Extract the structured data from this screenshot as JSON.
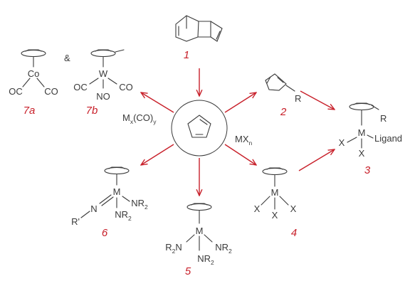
{
  "compound_numbers": {
    "c1": "1",
    "c2": "2",
    "c3": "3",
    "c4": "4",
    "c5": "5",
    "c6": "6",
    "c7a": "7a",
    "c7b": "7b"
  },
  "reagents": {
    "carbonyl_base": "M",
    "carbonyl_sub_x": "x",
    "carbonyl_mid": "(CO)",
    "carbonyl_sub_y": "y",
    "halide_base": "MX",
    "halide_sub": "n"
  },
  "atoms": {
    "co": "Co",
    "w": "W",
    "m": "M",
    "oc": "OC",
    "carbonyl": "CO",
    "nitrosyl": "NO",
    "x": "X",
    "r": "R",
    "r_prime": "R'",
    "n": "N",
    "nr2_base": "NR",
    "r2n_base": "R",
    "r2n_tail": "N",
    "sub2": "2",
    "ligand": "Ligand",
    "ampersand": "&"
  },
  "colors": {
    "accent": "#c8202a",
    "ink": "#3a3a3a"
  }
}
